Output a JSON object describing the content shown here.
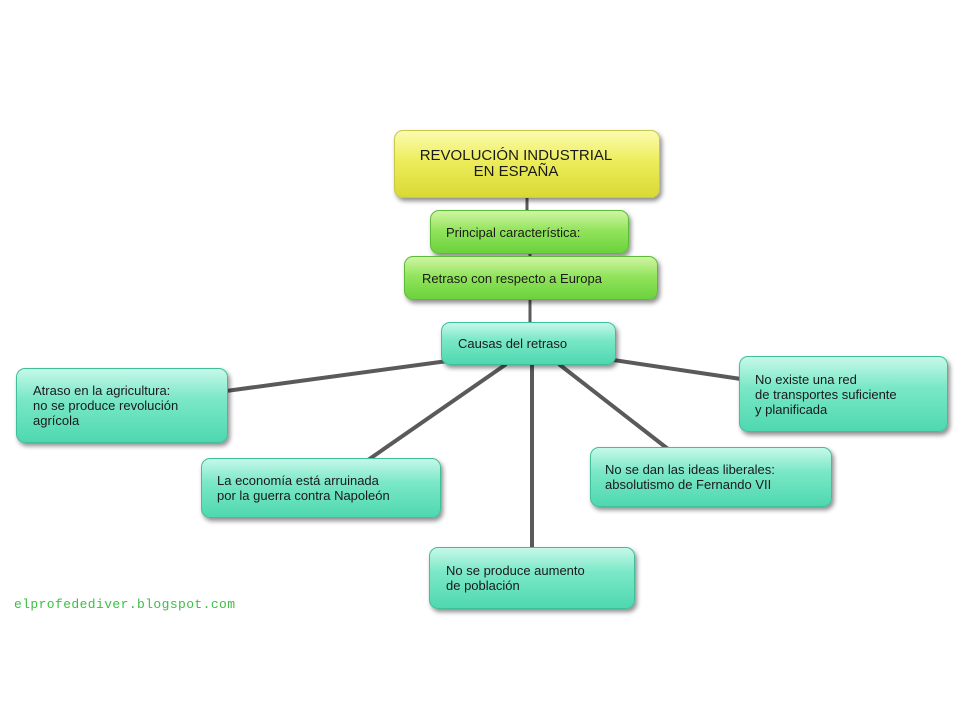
{
  "colors": {
    "connector": "#5a5a5a",
    "title_box": "#eded5c",
    "green_box": "#93e45d",
    "teal_box": "#7be8c7",
    "credit_text": "#3cbf42"
  },
  "diagram": {
    "title": "REVOLUCIÓN INDUSTRIAL\nEN ESPAÑA",
    "caracteristica": "Principal característica:",
    "retraso": "Retraso con respecto a Europa",
    "causas": "Causas del retraso",
    "causes": {
      "agricultura": "Atraso en la agricultura:\nno se produce revolución\nagrícola",
      "transportes": "No existe una red\nde transportes suficiente\ny planificada",
      "economia": "La economía está arruinada\npor la guerra contra Napoleón",
      "ideas": "No se dan las ideas liberales:\nabsolutismo de Fernando VII",
      "poblacion": "No se produce aumento\nde población"
    },
    "edges": [
      [
        "title",
        "caracteristica"
      ],
      [
        "caracteristica",
        "retraso"
      ],
      [
        "retraso",
        "causas"
      ],
      [
        "causas",
        "agricultura"
      ],
      [
        "causas",
        "transportes"
      ],
      [
        "causas",
        "economia"
      ],
      [
        "causas",
        "ideas"
      ],
      [
        "causas",
        "poblacion"
      ]
    ]
  },
  "footer": {
    "credit": "elprofedediver.blogspot.com"
  }
}
